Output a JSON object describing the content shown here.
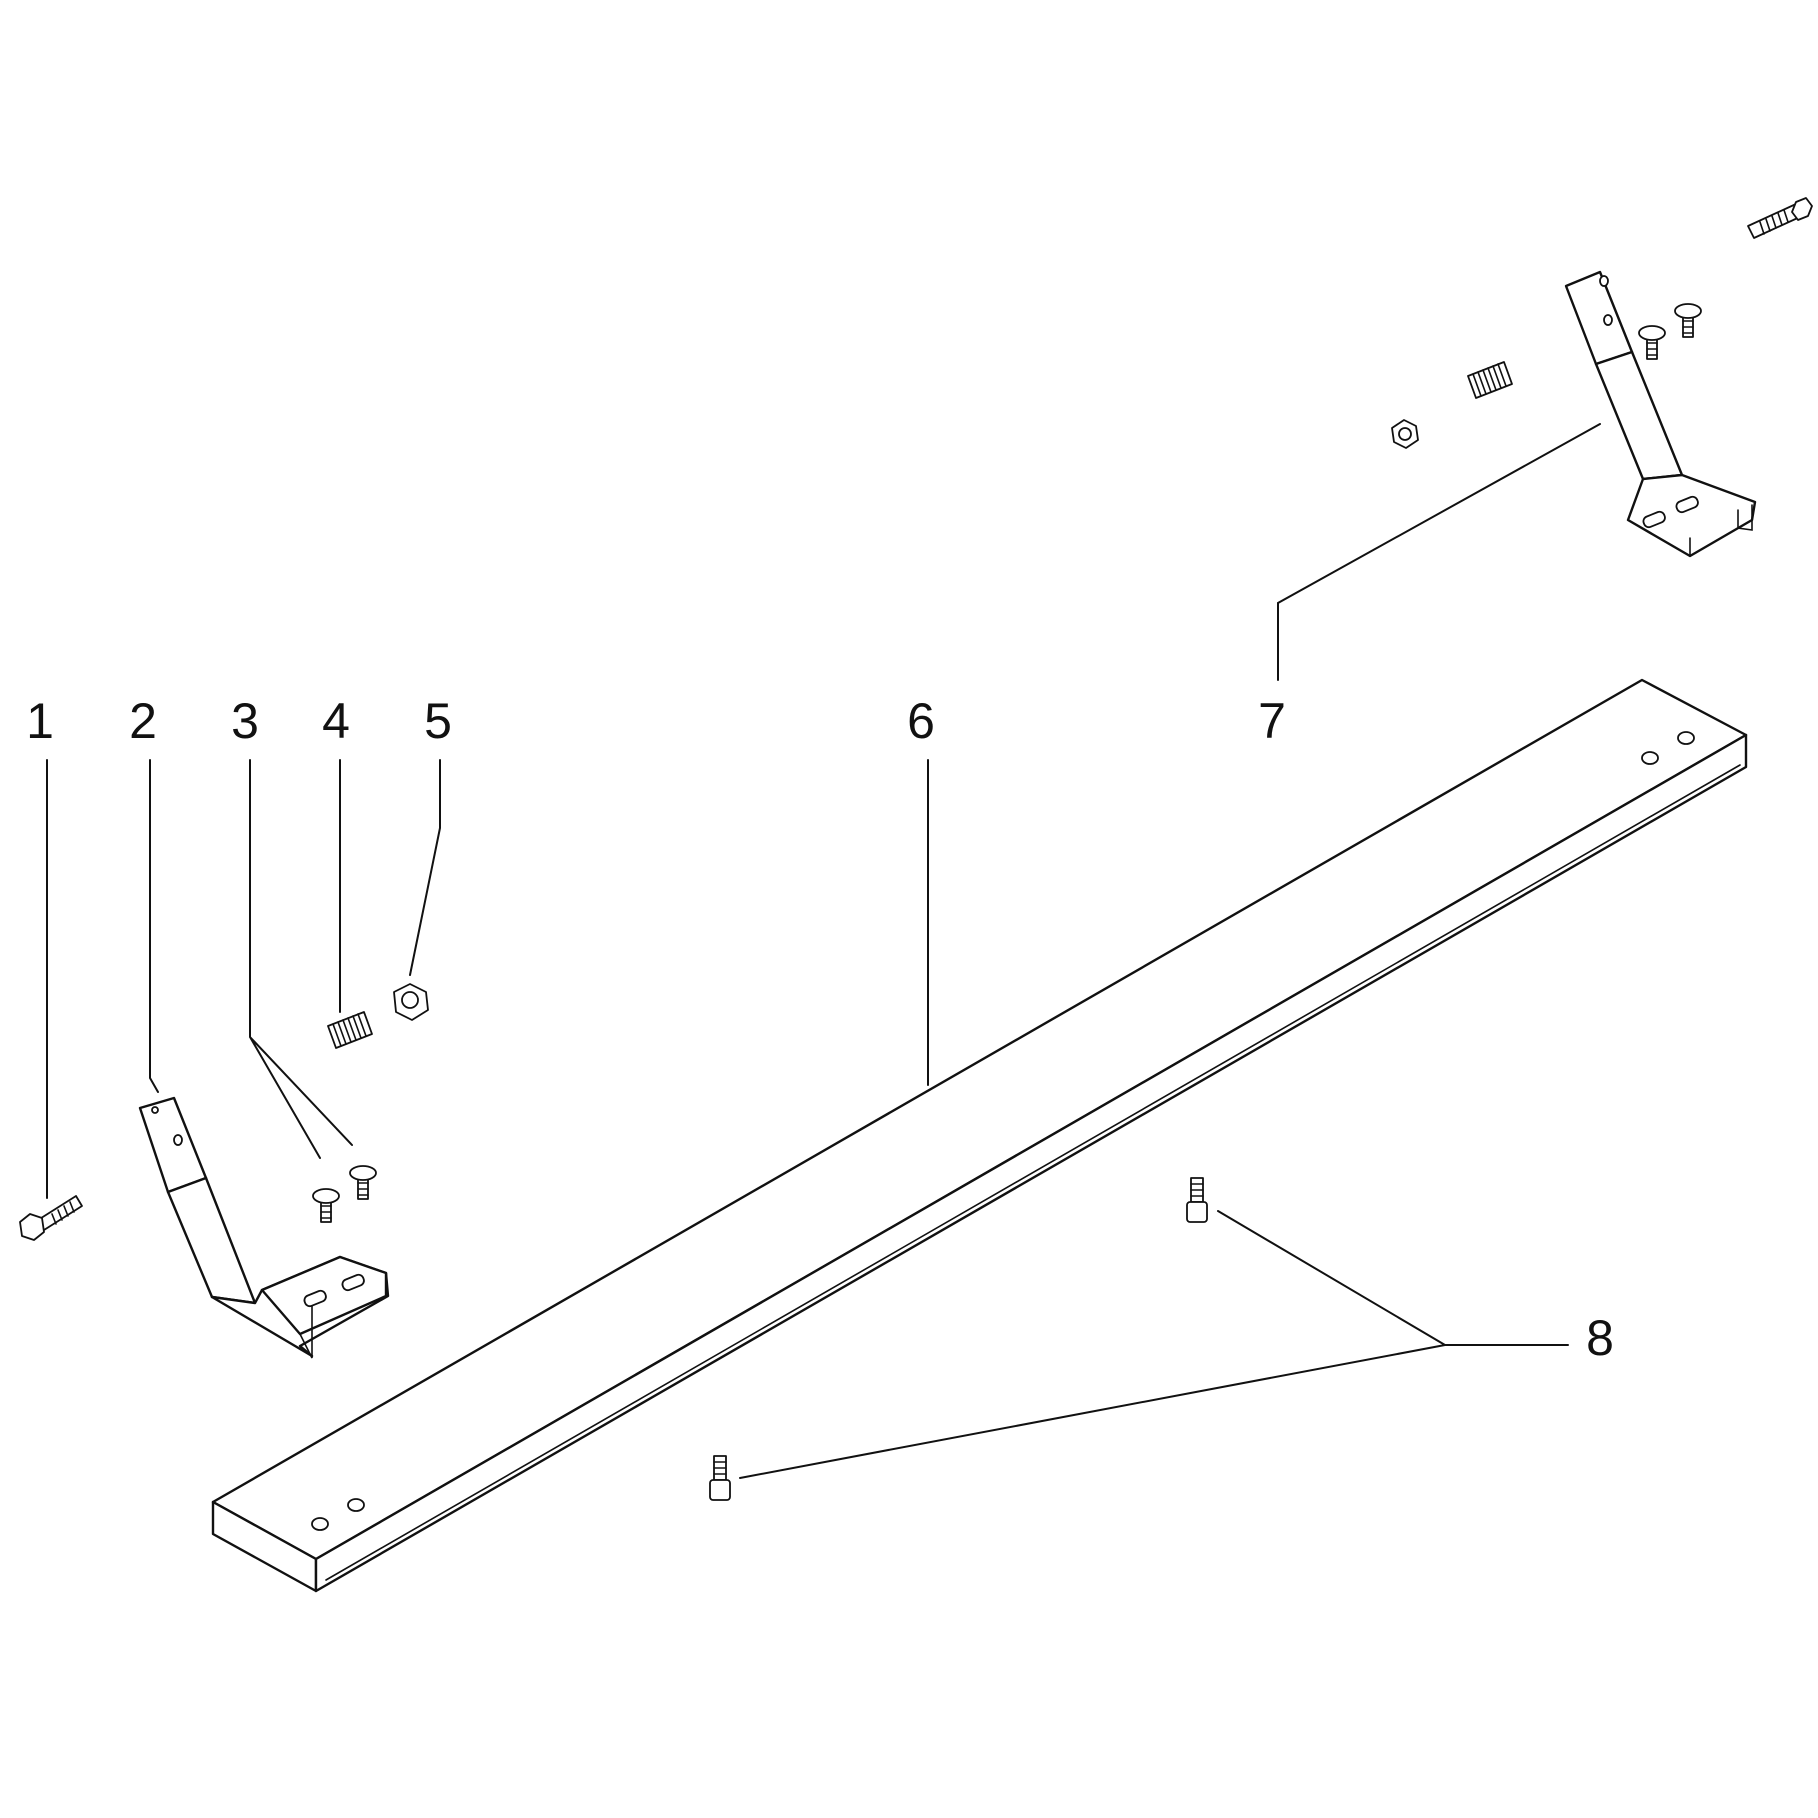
{
  "callouts": {
    "c1": "1",
    "c2": "2",
    "c3": "3",
    "c4": "4",
    "c5": "5",
    "c6": "6",
    "c7": "7",
    "c8": "8"
  },
  "colors": {
    "line": "#111111",
    "background": "#ffffff"
  }
}
